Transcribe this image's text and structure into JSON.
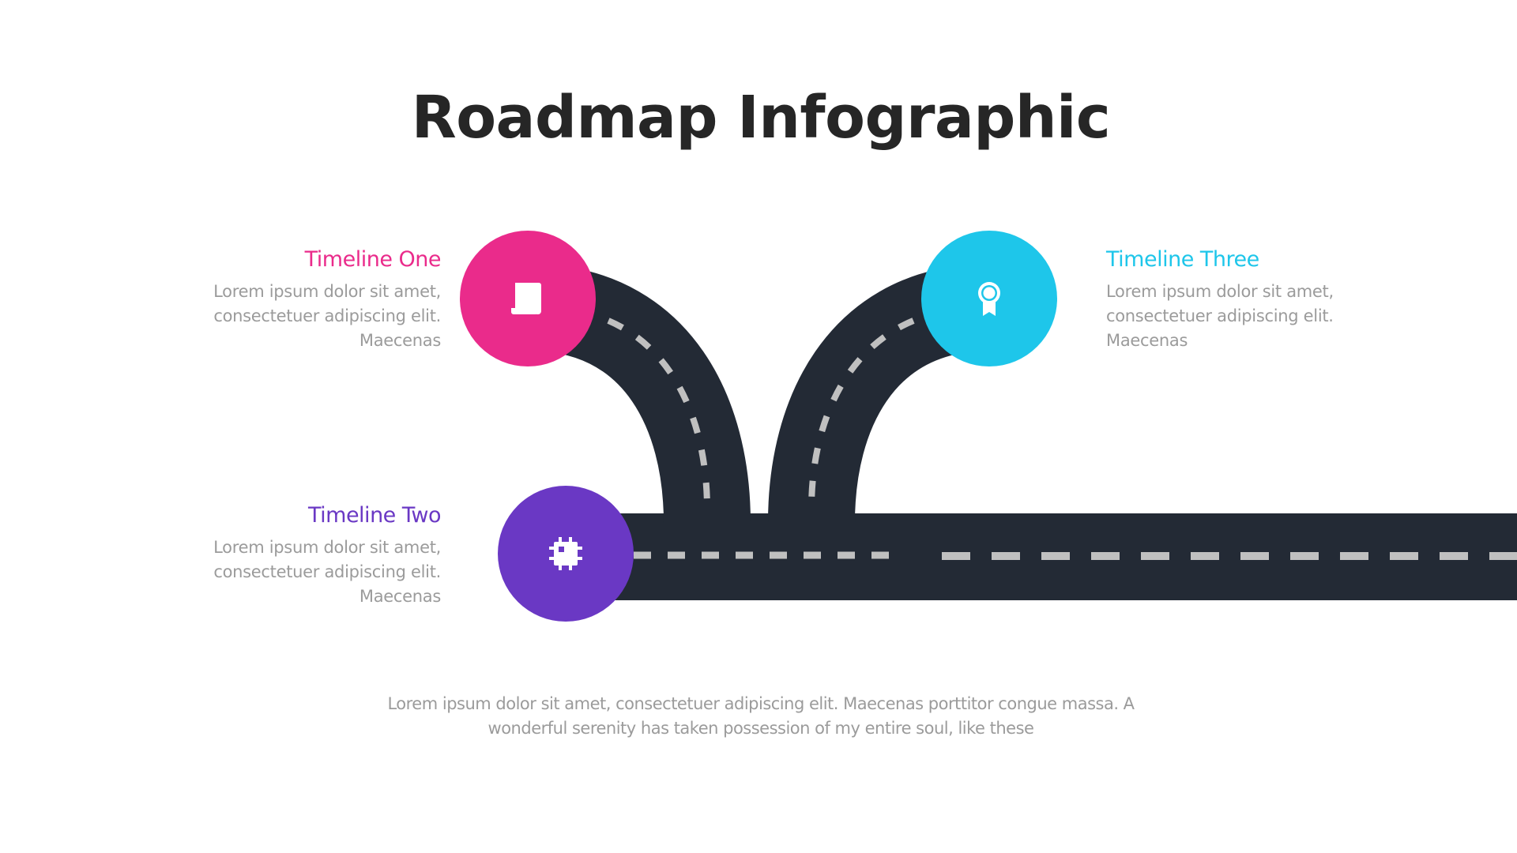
{
  "slide": {
    "title": "Roadmap Infographic",
    "footer": "Lorem ipsum dolor sit amet, consectetuer adipiscing elit. Maecenas porttitor congue massa. A wonderful serenity has taken possession of my entire soul, like these"
  },
  "colors": {
    "road": "#232a35",
    "lane_marking": "#c0c0c0",
    "timeline_one": "#ea2b8b",
    "timeline_two": "#6a38c4",
    "timeline_three": "#1ec6ea",
    "title": "#262626",
    "body_text": "#9b9b9b"
  },
  "timelines": [
    {
      "title": "Timeline One",
      "body_lines": [
        "Lorem ipsum dolor sit amet,",
        "consectetuer adipiscing elit.",
        "Maecenas"
      ],
      "icon": "book-icon",
      "color": "#ea2b8b"
    },
    {
      "title": "Timeline Two",
      "body_lines": [
        "Lorem ipsum dolor sit amet,",
        "consectetuer adipiscing elit.",
        "Maecenas"
      ],
      "icon": "chip-icon",
      "color": "#6a38c4"
    },
    {
      "title": "Timeline Three",
      "body_lines": [
        "Lorem ipsum dolor sit amet,",
        "consectetuer adipiscing elit.",
        "Maecenas"
      ],
      "icon": "award-icon",
      "color": "#1ec6ea"
    }
  ]
}
